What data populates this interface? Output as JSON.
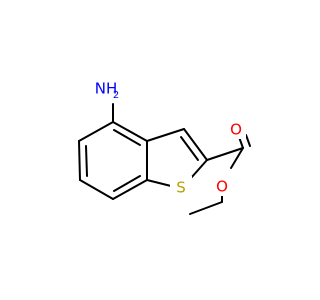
{
  "molecule": {
    "atoms": {
      "amine": {
        "label": "NH",
        "subscript": "2",
        "color": "#0000ff"
      },
      "sulfur": {
        "label": "S",
        "color": "#b8a000"
      },
      "carbonyl_oxygen": {
        "label": "O",
        "color": "#ff0000"
      },
      "ester_oxygen": {
        "label": "O",
        "color": "#ff0000"
      }
    },
    "bond_color": "#000000"
  }
}
